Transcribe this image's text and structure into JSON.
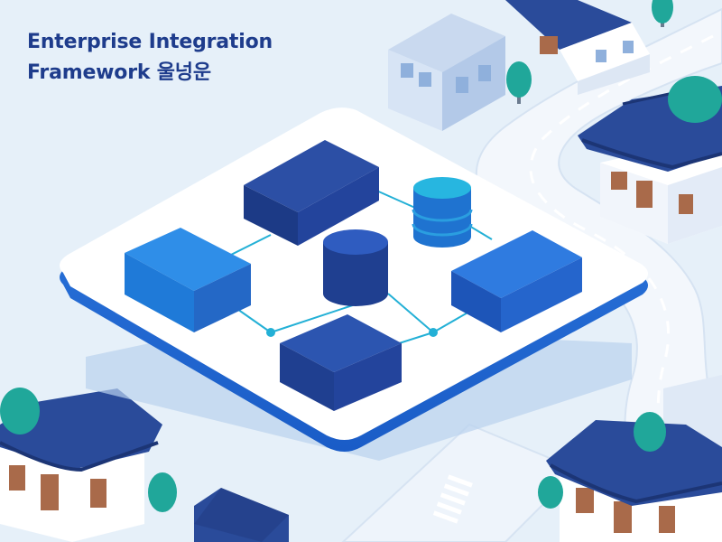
{
  "title": {
    "line1": "Enterprise Integration",
    "line2": "Framework 울넝운"
  },
  "colors": {
    "background": "#e6f0f9",
    "title": "#1e3c8c",
    "navy": "#23449c",
    "blue": "#2d74d6",
    "bright_blue": "#1e88e5",
    "cyan": "#27b6e0",
    "connector": "#23b0d6",
    "road": "#f3f7fc",
    "lane_mark": "#ffffff",
    "roof": "#2a4b9a",
    "tree": "#20a79a",
    "wood": "#a96a4a"
  },
  "icons": [
    "platform-slab",
    "server-block",
    "database-cylinder",
    "hanok-house",
    "modern-house",
    "tree",
    "road",
    "crosswalk"
  ]
}
